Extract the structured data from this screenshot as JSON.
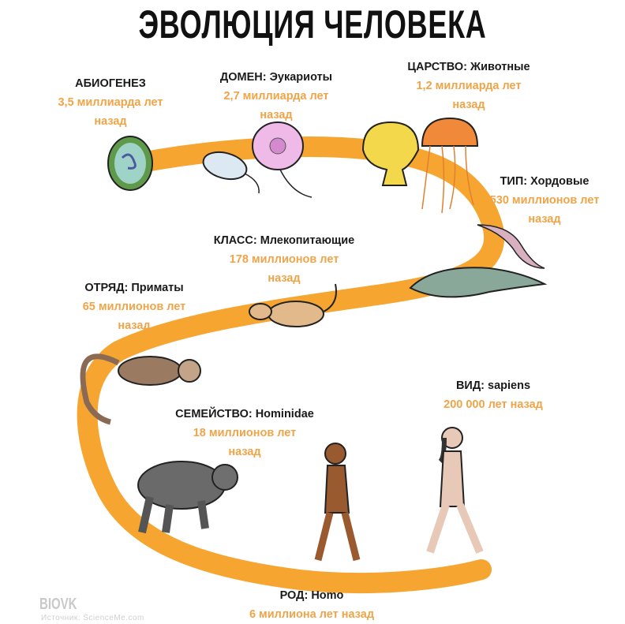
{
  "title": "ЭВОЛЮЦИЯ ЧЕЛОВЕКА",
  "colors": {
    "path": "#f7a531",
    "age_text": "#f0a448",
    "rank_text": "#1a1a1a"
  },
  "stages": [
    {
      "rank": "АБИОГЕНЕЗ",
      "age": [
        "3,5 миллиарда лет",
        "назад"
      ]
    },
    {
      "rank": "ДОМЕН: Эукариоты",
      "age": [
        "2,7 миллиарда лет",
        "назад"
      ]
    },
    {
      "rank": "ЦАРСТВО: Животные",
      "age": [
        "1,2 миллиарда лет",
        "назад"
      ]
    },
    {
      "rank": "ТИП: Хордовые",
      "age": [
        "530 миллионов лет",
        "назад"
      ]
    },
    {
      "rank": "КЛАСС: Млекопитающие",
      "age": [
        "178 миллионов лет",
        "назад"
      ]
    },
    {
      "rank": "ОТРЯД: Приматы",
      "age": [
        "65 миллионов лет",
        "назад"
      ]
    },
    {
      "rank": "СЕМЕЙСТВО: Hominidae",
      "age": [
        "18 миллионов лет",
        "назад"
      ]
    },
    {
      "rank": "ВИД: sapiens",
      "age": [
        "200 000 лет назад"
      ]
    },
    {
      "rank": "РОД: Homo",
      "age": [
        "6 миллиона лет назад"
      ]
    }
  ],
  "watermark": "BIOVK",
  "source": "Источник: ScienceMe.com"
}
